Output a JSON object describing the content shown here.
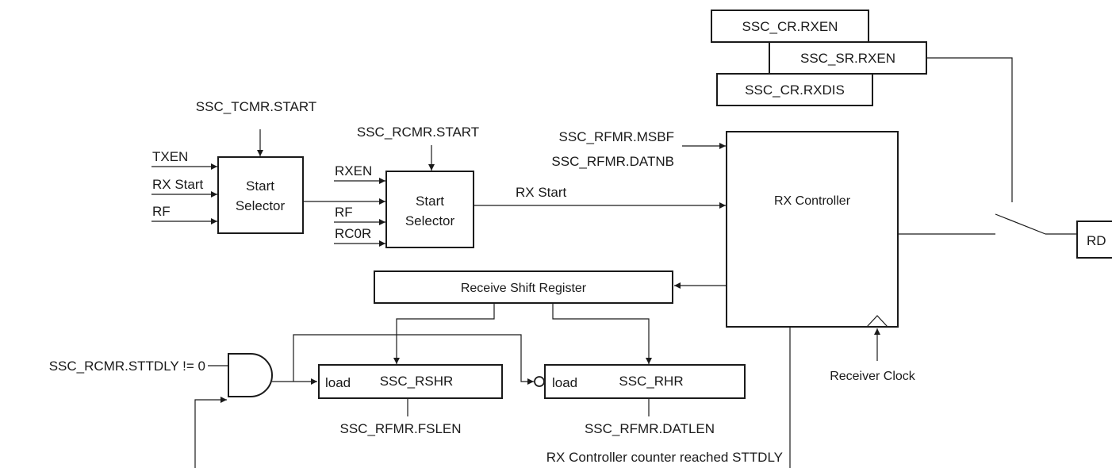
{
  "registers": {
    "cr_rxen": "SSC_CR.RXEN",
    "sr_rxen": "SSC_SR.RXEN",
    "cr_rxdis": "SSC_CR.RXDIS"
  },
  "tcmr_start": "SSC_TCMR.START",
  "rcmr_start": "SSC_RCMR.START",
  "selector1": {
    "title_line1": "Start",
    "title_line2": "Selector",
    "inputs": [
      "TXEN",
      "RX Start",
      "RF"
    ]
  },
  "selector2": {
    "title_line1": "Start",
    "title_line2": "Selector",
    "inputs": [
      "RXEN",
      "RF",
      "RC0R"
    ]
  },
  "rfmr_msbf": "SSC_RFMR.MSBF",
  "rfmr_datnb": "SSC_RFMR.DATNB",
  "rx_start_label": "RX Start",
  "rx_controller": "RX Controller",
  "rd_label": "RD",
  "shift_register": "Receive Shift Register",
  "sttdly_condition": "SSC_RCMR.STTDLY != 0",
  "rshr": {
    "load": "load",
    "name": "SSC_RSHR",
    "field": "SSC_RFMR.FSLEN"
  },
  "rhr": {
    "load": "load",
    "name": "SSC_RHR",
    "field": "SSC_RFMR.DATLEN"
  },
  "receiver_clock": "Receiver Clock",
  "counter_label": "RX Controller counter reached STTDLY"
}
